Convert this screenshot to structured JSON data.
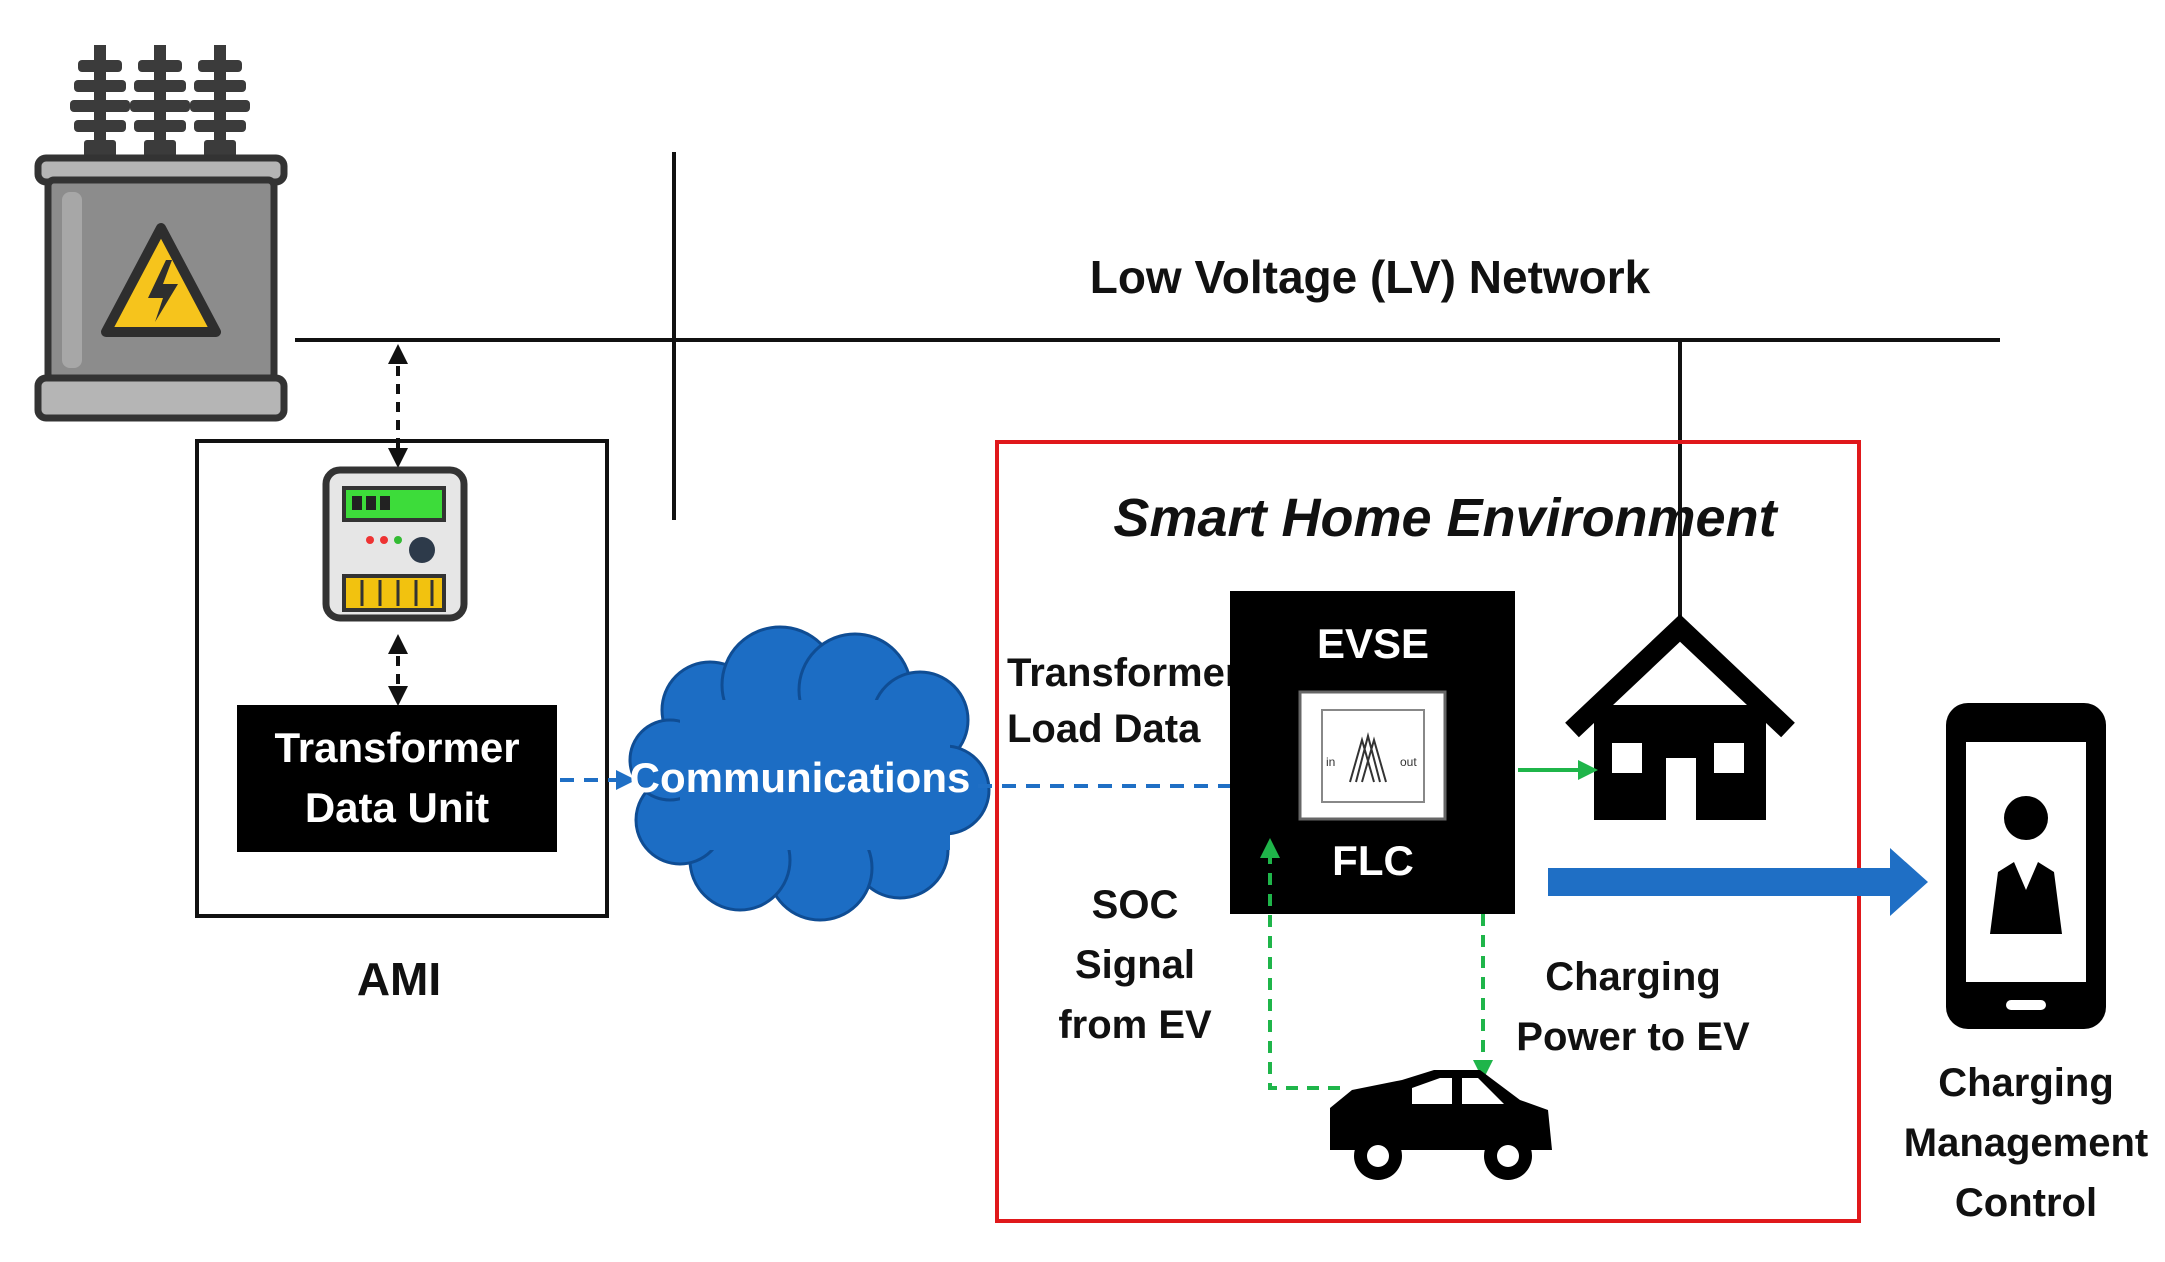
{
  "network": {
    "title": "Low Voltage (LV) Network"
  },
  "ami": {
    "label": "AMI",
    "unit_line1": "Transformer",
    "unit_line2": "Data Unit"
  },
  "communications": {
    "label": "Communications"
  },
  "smart_home": {
    "title": "Smart Home Environment",
    "evse_label": "EVSE",
    "flc_label": "FLC",
    "flc_in": "in",
    "flc_out": "out",
    "transformer_load_line1": "Transformer",
    "transformer_load_line2": "Load Data",
    "soc_line1": "SOC",
    "soc_line2": "Signal",
    "soc_line3": "from EV",
    "charging_line1": "Charging",
    "charging_line2": "Power to EV"
  },
  "control": {
    "line1": "Charging",
    "line2": "Management",
    "line3": "Control"
  },
  "colors": {
    "red_border": "#e0181b",
    "blue_arrow": "#1f6fc5",
    "cloud_blue": "#1c6dc4",
    "green_dashed": "#1fb54a",
    "meter_screen": "#3ddc3a",
    "meter_slots": "#f2c20f",
    "warning_yellow": "#f6c41c"
  }
}
